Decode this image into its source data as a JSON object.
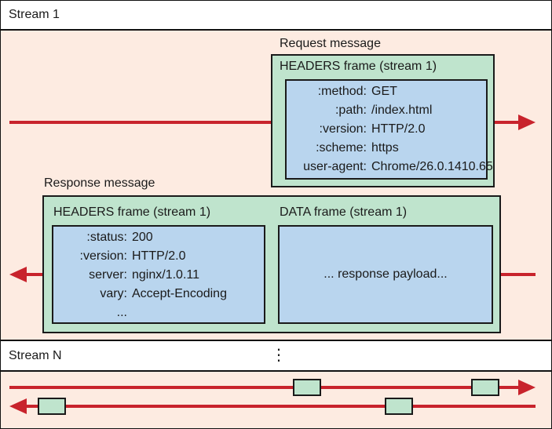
{
  "stream1": {
    "title": "Stream 1"
  },
  "request": {
    "message_label": "Request message",
    "frame_title": "HEADERS frame (stream 1)",
    "fields": [
      {
        "key": ":method:",
        "value": "GET"
      },
      {
        "key": ":path:",
        "value": "/index.html"
      },
      {
        "key": ":version:",
        "value": "HTTP/2.0"
      },
      {
        "key": ":scheme:",
        "value": "https"
      },
      {
        "key": "user-agent:",
        "value": "Chrome/26.0.1410.65"
      }
    ]
  },
  "response": {
    "message_label": "Response message",
    "headers_frame_title": "HEADERS frame (stream 1)",
    "data_frame_title": "DATA frame (stream 1)",
    "fields": [
      {
        "key": ":status:",
        "value": "200"
      },
      {
        "key": ":version:",
        "value": "HTTP/2.0"
      },
      {
        "key": "server:",
        "value": "nginx/1.0.11"
      },
      {
        "key": "vary:",
        "value": "Accept-Encoding"
      },
      {
        "key": "...",
        "value": ""
      }
    ],
    "payload": "... response payload..."
  },
  "streamN": {
    "title": "Stream N",
    "ellipsis": "⋮"
  },
  "colors": {
    "arrow": "#c8232c",
    "peach": "#fdebe1",
    "green": "#bfe4cd",
    "blue": "#b9d5ee"
  }
}
